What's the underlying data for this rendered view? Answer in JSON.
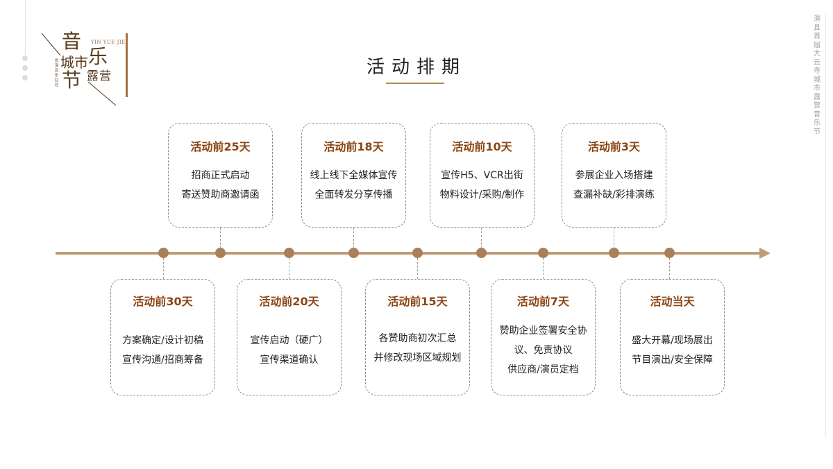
{
  "colors": {
    "accent_brown": "#8b4513",
    "timeline": "#c09c76",
    "timeline_dot": "#a8805a",
    "underline": "#b58852"
  },
  "logo": {
    "char_yin": "音",
    "char_le": "乐",
    "char_cheng": "城",
    "char_shi": "市",
    "char_lu": "露",
    "char_ying": "营",
    "char_jie": "节",
    "pinyin": "YIN YUE JIE",
    "vertical_tagline": "爱滑音乐狂欢"
  },
  "side_text": "滑县首届大云寺城市露营音乐节",
  "title": "活动排期",
  "top_cards": [
    {
      "title": "活动前25天",
      "lines": [
        "招商正式启动",
        "寄送赞助商邀请函"
      ]
    },
    {
      "title": "活动前18天",
      "lines": [
        "线上线下全媒体宣传",
        "全面转发分享传播"
      ]
    },
    {
      "title": "活动前10天",
      "lines": [
        "宣传H5、VCR出街",
        "物料设计/采购/制作"
      ]
    },
    {
      "title": "活动前3天",
      "lines": [
        "参展企业入场搭建",
        "查漏补缺/彩排演练"
      ]
    }
  ],
  "bottom_cards": [
    {
      "title": "活动前30天",
      "lines": [
        "方案确定/设计初稿",
        "宣传沟通/招商筹备"
      ]
    },
    {
      "title": "活动前20天",
      "lines": [
        "宣传启动（硬广）",
        "宣传渠道确认"
      ]
    },
    {
      "title": "活动前15天",
      "lines": [
        "各赞助商初次汇总",
        "并修改现场区域规划"
      ]
    },
    {
      "title": "活动前7天",
      "lines": [
        "赞助企业签署安全协",
        "议、免责协议",
        "供应商/演员定档"
      ]
    },
    {
      "title": "活动当天",
      "lines": [
        "盛大开幕/现场展出",
        "节目演出/安全保障"
      ]
    }
  ]
}
